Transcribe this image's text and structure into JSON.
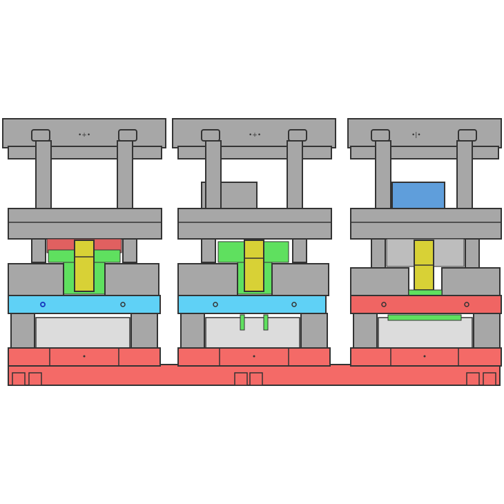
{
  "colors": {
    "background": "#ffffff",
    "steel": "#a7a7a7",
    "steel_dark": "#8e8e8e",
    "outline": "#333333",
    "stripper_blue": "#5fd1f6",
    "stripper_red": "#f06563",
    "base_red": "#f46a67",
    "punch_yellow": "#d8d136",
    "part_green": "#5fe05f",
    "part_red": "#e06060",
    "workpiece_blue": "#5f9edb",
    "cavity_light": "#dcdcdc"
  },
  "dies": [
    {
      "id": "die-1",
      "stripper_color": "blue",
      "has_workpiece_block": false,
      "top_mark_icon": "screw-mark-icon"
    },
    {
      "id": "die-2",
      "stripper_color": "blue",
      "has_workpiece_block": true,
      "workpiece_color": "gray",
      "top_mark_icon": "screw-mark-icon"
    },
    {
      "id": "die-3",
      "stripper_color": "red",
      "has_workpiece_block": true,
      "workpiece_color": "blue",
      "top_mark_icon": "screw-mark-icon"
    }
  ]
}
